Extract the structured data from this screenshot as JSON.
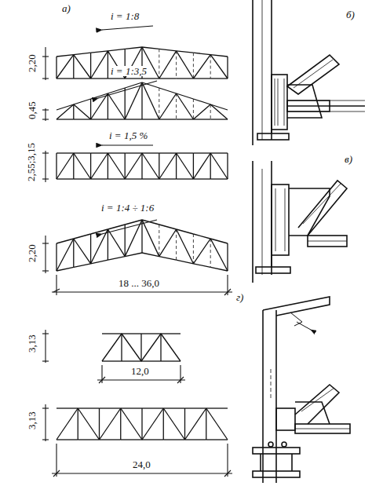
{
  "diagram": {
    "labels": [
      "а)",
      "i = 1:8",
      "2,20",
      "i = 1:3,5",
      "0,45",
      "i = 1,5 %",
      "2,55;3,15",
      "i = 1:4 ÷ 1:6",
      "2,20",
      "18 ... 36,0",
      "3,13",
      "12,0",
      "3,13",
      "24,0",
      "б)",
      "в)",
      "г)"
    ]
  }
}
